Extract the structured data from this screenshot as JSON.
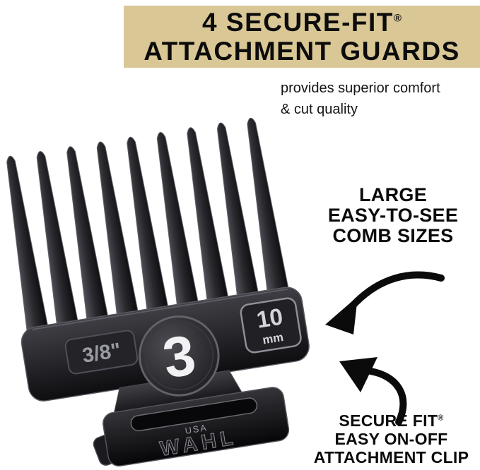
{
  "banner": {
    "line1": "4 SECURE-FIT",
    "registered_mark": "®",
    "line2": "ATTACHMENT GUARDS"
  },
  "subtitle": {
    "line1": "provides superior comfort",
    "line2": "& cut quality"
  },
  "callouts": {
    "comb_sizes": {
      "line1": "LARGE",
      "line2": "EASY-TO-SEE",
      "line3": "COMB SIZES"
    },
    "attachment_clip": {
      "line1": "SECURE FIT",
      "registered_mark": "®",
      "line2": "EASY ON-OFF",
      "line3": "ATTACHMENT CLIP"
    }
  },
  "product": {
    "size_inches": "3/8\"",
    "size_number": "3",
    "size_mm_value": "10",
    "size_mm_unit": "mm",
    "origin_label": "USA",
    "brand": "WAHL"
  },
  "colors": {
    "banner_bg": "#d9c795",
    "text": "#0c0c0c",
    "arrow": "#0b0b0b",
    "comb_dark": "#0e0e11",
    "comb_highlight": "#55555c"
  }
}
